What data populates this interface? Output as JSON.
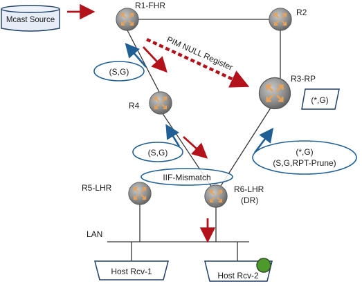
{
  "source": {
    "label": "Mcast Source"
  },
  "routers": {
    "r1": {
      "label": "R1-FHR"
    },
    "r2": {
      "label": "R2"
    },
    "r3": {
      "label": "R3-RP"
    },
    "r4": {
      "label": "R4"
    },
    "r5": {
      "label": "R5-LHR"
    },
    "r6": {
      "label": "R6-LHR",
      "sublabel": "(DR)"
    }
  },
  "register_message": {
    "label": "PIM NULL Register"
  },
  "states": {
    "r1_sg": "(S,G)",
    "r4_sg": "(S,G)",
    "rp_star_g": "(*,G)",
    "r6_join_line1": "(*,G)",
    "r6_join_line2": "(S,G,RPT-Prune)",
    "iif_mismatch": "IIF-Mismatch"
  },
  "lan": {
    "label": "LAN"
  },
  "hosts": {
    "rcv1": {
      "label": "Host Rcv-1"
    },
    "rcv2": {
      "label": "Host Rcv-2"
    }
  },
  "colors": {
    "data_flow": "#b3121a",
    "join_flow": "#1f5f96",
    "link": "#333333",
    "source_fill": "#e6edf6",
    "router_body": "#8f8f8f",
    "router_arrow": "#e7a25a",
    "receiver_dot": "#4d9a2a"
  }
}
